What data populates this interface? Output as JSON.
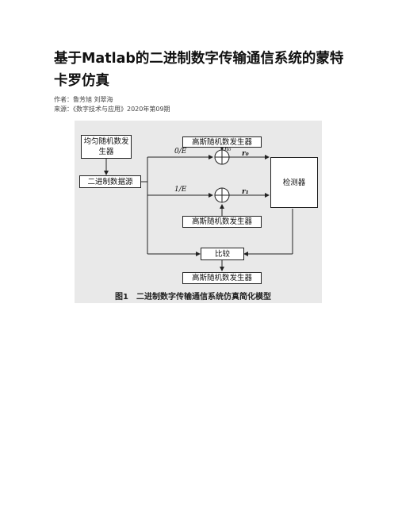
{
  "article": {
    "title": "基于Matlab的二进制数字传输通信系统的蒙特卡罗仿真",
    "author_line": "作者：鲁芳旭 刘翠海",
    "source_line": "来源：《数字技术与应用》2020年第09期"
  },
  "figure": {
    "boxes": {
      "uniform_rng": "均匀随机数发生器",
      "binary_source": "二进制数据源",
      "gauss_top": "高斯随机数发生器",
      "gauss_mid": "高斯随机数发生器",
      "detector": "检测器",
      "compare": "比较",
      "gauss_bottom": "高斯随机数发生器"
    },
    "labels": {
      "zero_e": "0/E",
      "one_e": "1/E",
      "n0": "n₀",
      "r0": "r₀",
      "r1": "r₁"
    },
    "caption": "图1　二进制数字传输通信系统仿真简化模型"
  }
}
